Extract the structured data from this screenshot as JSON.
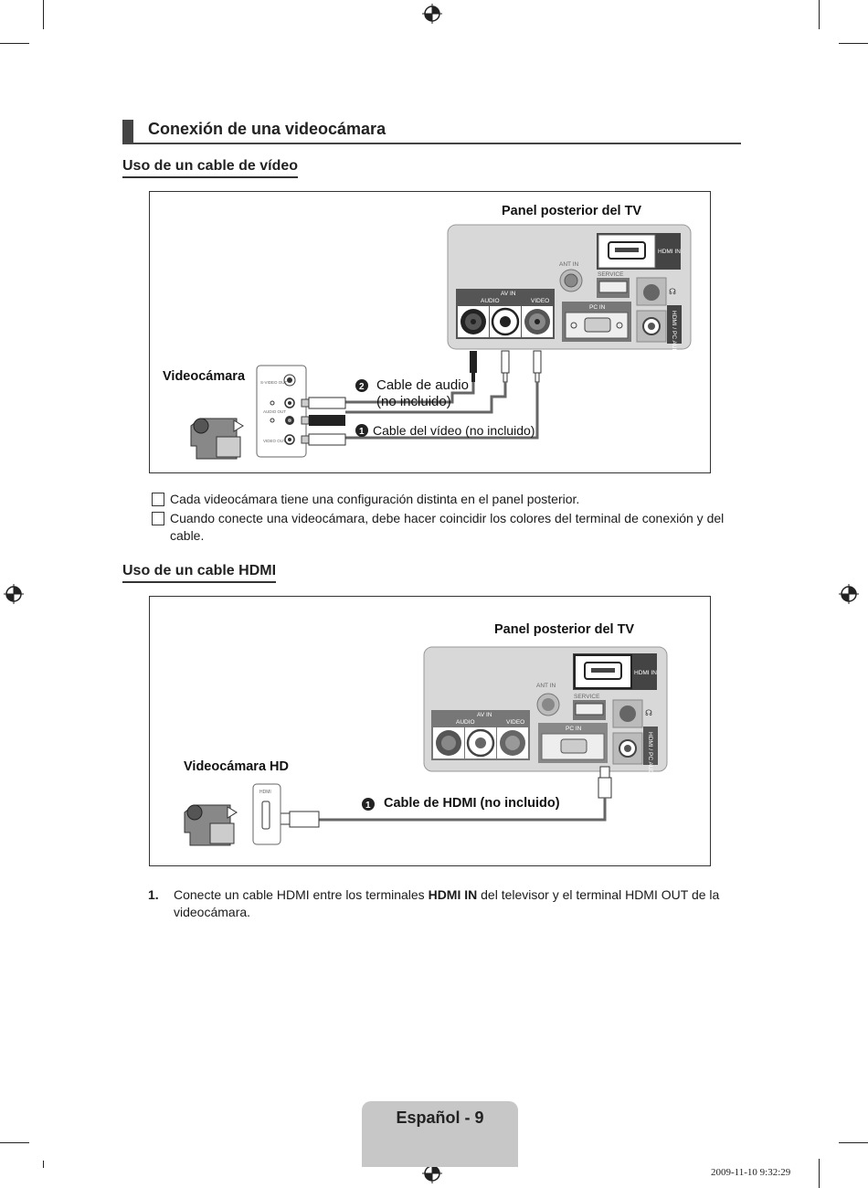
{
  "section": {
    "title": "Conexión de una videocámara"
  },
  "video_cable": {
    "heading": "Uso de un cable de vídeo",
    "panel_label": "Panel posterior del TV",
    "camcorder_label": "Videocámara",
    "audio_cable_number": "2",
    "audio_cable_label_line1": "Cable de audio",
    "audio_cable_label_line2": "(no incluido)",
    "video_cable_number": "1",
    "video_cable_label": "Cable del vídeo (no incluido)",
    "tv_ports": {
      "hdmi_in": "HDMI IN",
      "ant_in": "ANT IN",
      "service": "SERVICE",
      "av_in": "AV IN",
      "audio": "AUDIO",
      "video": "VIDEO",
      "pc_in": "PC IN",
      "hdmi_pc_audio_in": "HDMI / PC AUDIO IN"
    },
    "camcorder_ports": {
      "s_video_out": "S-VIDEO OUT",
      "audio_out": "AUDIO OUT",
      "video_out": "VIDEO OUT"
    }
  },
  "notes": [
    "Cada videocámara tiene una configuración distinta en el panel posterior.",
    "Cuando conecte una videocámara, debe hacer coincidir los colores del terminal de conexión y del cable."
  ],
  "hdmi_cable": {
    "heading": "Uso de un cable HDMI",
    "panel_label": "Panel posterior del TV",
    "camcorder_label": "Videocámara HD",
    "cable_number": "1",
    "cable_label": "Cable de HDMI (no incluido)",
    "camcorder_port": "HDMI"
  },
  "step": {
    "number": "1.",
    "text_before": "Conecte un cable HDMI entre los terminales ",
    "text_bold": "HDMI IN",
    "text_after": " del televisor y el terminal HDMI OUT de la videocámara."
  },
  "footer": {
    "page_label": "Español - 9",
    "timestamp": "2009-11-10   9:32:29"
  }
}
